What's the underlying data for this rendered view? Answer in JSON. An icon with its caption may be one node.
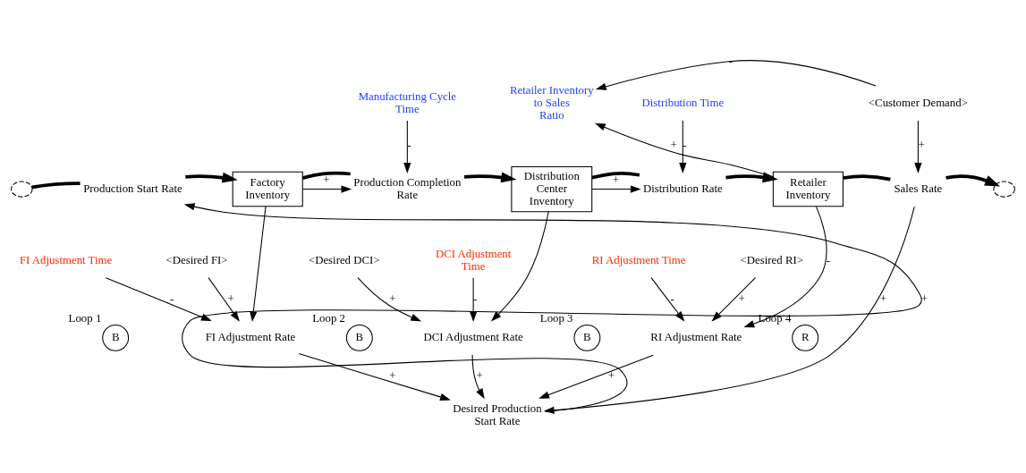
{
  "diagram": {
    "nodes": [
      {
        "text": [],
        "shape": "cloud"
      },
      {
        "text": [
          "Production Start Rate"
        ]
      },
      {
        "text": [
          "Factory Inventory"
        ]
      },
      {
        "text": [
          "Production Completion Rate"
        ]
      },
      {
        "text": [
          "Manufacturing Cycle Time"
        ]
      },
      {
        "text": [
          "Distribution Center Inventory"
        ]
      },
      {
        "text": [
          "Distribution Rate"
        ]
      },
      {
        "text": [
          "Distribution Time"
        ]
      },
      {
        "text": [
          "Retailer Inventory"
        ]
      },
      {
        "text": [
          "Retailer Inventory to Sales Ratio"
        ]
      },
      {
        "text": [
          "<Customer Demand>"
        ]
      },
      {
        "text": [
          "Sales Rate"
        ]
      },
      {
        "text": [],
        "shape": "cloud"
      },
      {
        "text": [
          "FI Adjustment Time"
        ]
      },
      {
        "text": [
          "<Desired FI>"
        ]
      },
      {
        "text": [
          "FI Adjustment Rate"
        ]
      },
      {
        "text": [
          "DCI Adjustment Time"
        ]
      },
      {
        "text": [
          "<Desired DCI>"
        ]
      },
      {
        "text": [
          "DCI Adjustment Rate"
        ]
      },
      {
        "text": [
          "RI Adjustment Time"
        ]
      },
      {
        "text": [
          "<Desired RI>"
        ]
      },
      {
        "text": [
          "RI Adjustment Rate"
        ]
      },
      {
        "text": [
          "Desired Production Start Rate"
        ]
      },
      {
        "text": [
          "B"
        ],
        "beside": [
          "Loop 1"
        ]
      },
      {
        "text": [
          "B"
        ],
        "beside": [
          "Loop 2"
        ]
      },
      {
        "text": [
          "B"
        ],
        "beside": [
          "Loop 3"
        ]
      },
      {
        "text": [
          "R"
        ],
        "beside": [
          "Loop 4"
        ]
      }
    ],
    "edges": [
      {
        "from": 0,
        "to": 1,
        "arrow": "none",
        "style": "thick"
      },
      {
        "from": 1,
        "to": 2,
        "arrow": "to",
        "style": "thick"
      },
      {
        "from": 2,
        "to": 3,
        "arrow": "none",
        "style": "thick"
      },
      {
        "from": 3,
        "to": 5,
        "arrow": "to",
        "style": "thick"
      },
      {
        "from": 5,
        "to": 6,
        "arrow": "none",
        "style": "thick"
      },
      {
        "from": 6,
        "to": 8,
        "arrow": "to",
        "style": "thick"
      },
      {
        "from": 8,
        "to": 11,
        "arrow": "none",
        "style": "thick"
      },
      {
        "from": 11,
        "to": 12,
        "arrow": "to",
        "style": "thick"
      },
      {
        "from": 2,
        "to": 3,
        "arrow": "to",
        "label": "+"
      },
      {
        "from": 4,
        "to": 3,
        "arrow": "to",
        "label": "-"
      },
      {
        "from": 5,
        "to": 6,
        "arrow": "to",
        "label": "+"
      },
      {
        "from": 7,
        "to": 6,
        "arrow": "to",
        "label": "-"
      },
      {
        "from": 8,
        "to": 9,
        "arrow": "to",
        "label": "+"
      },
      {
        "from": 10,
        "to": 9,
        "arrow": "to",
        "label": "-"
      },
      {
        "from": 10,
        "to": 11,
        "arrow": "to",
        "label": "+"
      },
      {
        "from": 22,
        "to": 1,
        "arrow": "to",
        "label": "+"
      },
      {
        "from": 13,
        "to": 15,
        "arrow": "to",
        "label": "-"
      },
      {
        "from": 14,
        "to": 15,
        "arrow": "to",
        "label": "+"
      },
      {
        "from": 2,
        "to": 15,
        "arrow": "to"
      },
      {
        "from": 16,
        "to": 18,
        "arrow": "to",
        "label": "-"
      },
      {
        "from": 17,
        "to": 18,
        "arrow": "to",
        "label": "+"
      },
      {
        "from": 5,
        "to": 18,
        "arrow": "to"
      },
      {
        "from": 19,
        "to": 21,
        "arrow": "to",
        "label": "-"
      },
      {
        "from": 20,
        "to": 21,
        "arrow": "to",
        "label": "+"
      },
      {
        "from": 8,
        "to": 21,
        "arrow": "to",
        "label": "-"
      },
      {
        "from": 15,
        "to": 22,
        "arrow": "to",
        "label": "+"
      },
      {
        "from": 18,
        "to": 22,
        "arrow": "to",
        "label": "+"
      },
      {
        "from": 21,
        "to": 22,
        "arrow": "to",
        "label": "+"
      },
      {
        "from": 11,
        "to": 22,
        "arrow": "to",
        "label": "+"
      }
    ]
  }
}
